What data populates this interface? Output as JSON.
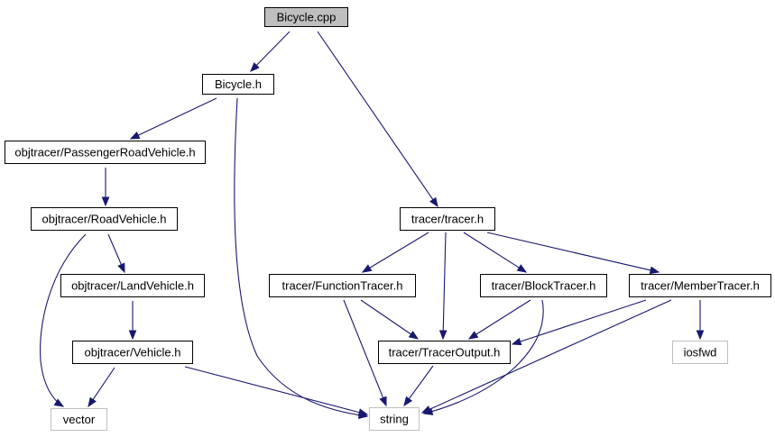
{
  "diagram": {
    "type": "include-dependency-graph",
    "nodes": [
      {
        "id": "bicycle_cpp",
        "label": "Bicycle.cpp",
        "kind": "root"
      },
      {
        "id": "bicycle_h",
        "label": "Bicycle.h",
        "kind": "normal"
      },
      {
        "id": "passenger",
        "label": "objtracer/PassengerRoadVehicle.h",
        "kind": "normal"
      },
      {
        "id": "road",
        "label": "objtracer/RoadVehicle.h",
        "kind": "normal"
      },
      {
        "id": "land",
        "label": "objtracer/LandVehicle.h",
        "kind": "normal"
      },
      {
        "id": "vehicle",
        "label": "objtracer/Vehicle.h",
        "kind": "normal"
      },
      {
        "id": "vector",
        "label": "vector",
        "kind": "external"
      },
      {
        "id": "string",
        "label": "string",
        "kind": "external"
      },
      {
        "id": "tracer",
        "label": "tracer/tracer.h",
        "kind": "normal"
      },
      {
        "id": "function",
        "label": "tracer/FunctionTracer.h",
        "kind": "normal"
      },
      {
        "id": "block",
        "label": "tracer/BlockTracer.h",
        "kind": "normal"
      },
      {
        "id": "member",
        "label": "tracer/MemberTracer.h",
        "kind": "normal"
      },
      {
        "id": "output",
        "label": "tracer/TracerOutput.h",
        "kind": "normal"
      },
      {
        "id": "iosfwd",
        "label": "iosfwd",
        "kind": "external"
      }
    ],
    "edges": [
      {
        "from": "bicycle_cpp",
        "to": "bicycle_h"
      },
      {
        "from": "bicycle_cpp",
        "to": "tracer"
      },
      {
        "from": "bicycle_h",
        "to": "passenger"
      },
      {
        "from": "bicycle_h",
        "to": "string"
      },
      {
        "from": "passenger",
        "to": "road"
      },
      {
        "from": "road",
        "to": "land"
      },
      {
        "from": "road",
        "to": "vector"
      },
      {
        "from": "land",
        "to": "vehicle"
      },
      {
        "from": "vehicle",
        "to": "vector"
      },
      {
        "from": "vehicle",
        "to": "string"
      },
      {
        "from": "tracer",
        "to": "function"
      },
      {
        "from": "tracer",
        "to": "output"
      },
      {
        "from": "tracer",
        "to": "block"
      },
      {
        "from": "tracer",
        "to": "member"
      },
      {
        "from": "function",
        "to": "output"
      },
      {
        "from": "function",
        "to": "string"
      },
      {
        "from": "block",
        "to": "output"
      },
      {
        "from": "block",
        "to": "string"
      },
      {
        "from": "member",
        "to": "output"
      },
      {
        "from": "member",
        "to": "string"
      },
      {
        "from": "member",
        "to": "iosfwd"
      },
      {
        "from": "output",
        "to": "string"
      }
    ],
    "colors": {
      "edge": "#191970",
      "root_fill": "#bfbfbf",
      "external_border": "#bfbfbf",
      "node_border": "#000000"
    }
  }
}
